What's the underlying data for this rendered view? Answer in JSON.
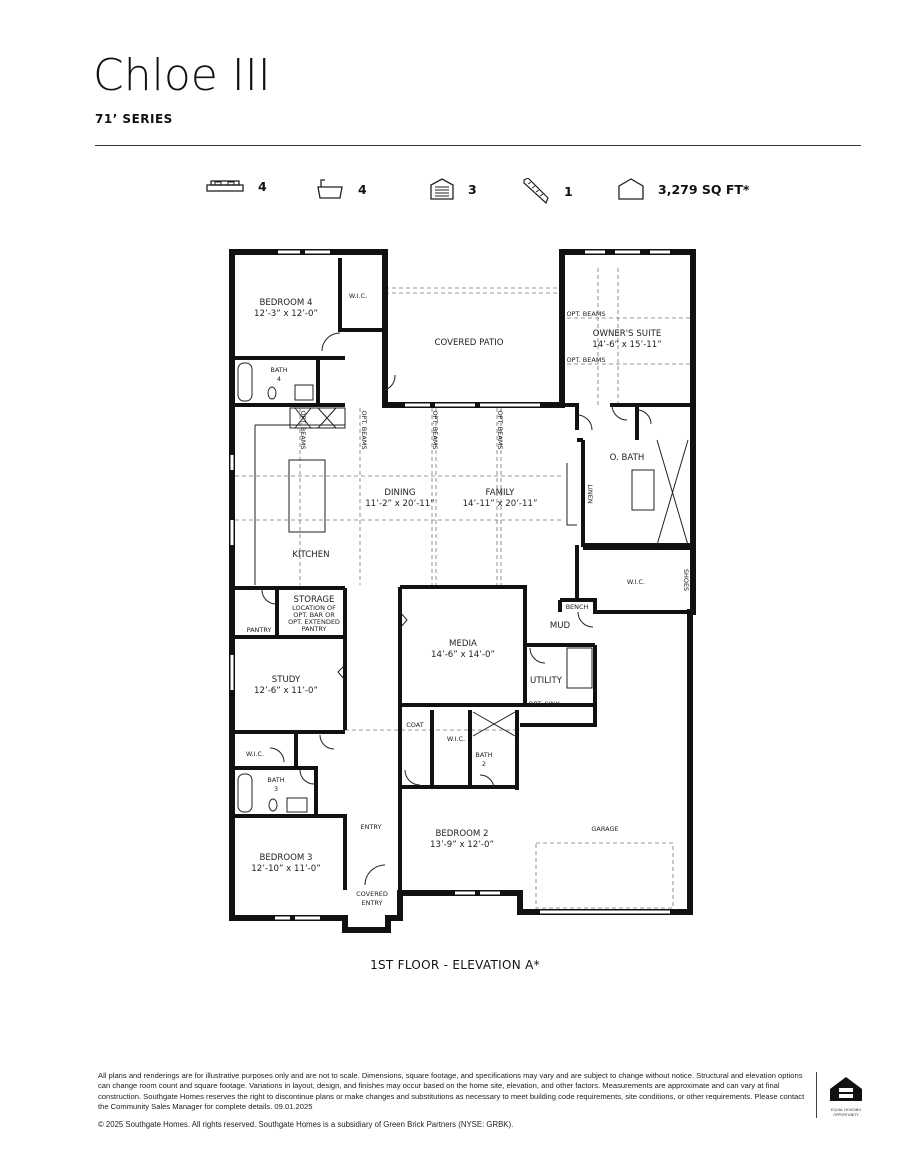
{
  "header": {
    "title": "Chloe III",
    "series": "71’ SERIES"
  },
  "stats": [
    {
      "icon": "bed-icon",
      "value": "4"
    },
    {
      "icon": "bathtub-icon",
      "value": "4"
    },
    {
      "icon": "garage-icon",
      "value": "3"
    },
    {
      "icon": "stairs-icon",
      "value": "1"
    },
    {
      "icon": "house-icon",
      "value": "3,279 SQ FT*"
    }
  ],
  "plan": {
    "caption": "1ST FLOOR - ELEVATION A*",
    "rooms": {
      "bedroom4": {
        "name": "BEDROOM 4",
        "size": "12’-3” x 12’-0”"
      },
      "wic4": "W.I.C.",
      "bath4": {
        "name": "BATH",
        "num": "4"
      },
      "patio": "COVERED PATIO",
      "owners": {
        "name": "OWNER'S SUITE",
        "size": "14’-6” x 15’-11”"
      },
      "opt_beams": "OPT. BEAMS",
      "obath": "O. BATH",
      "linen": "LINEN",
      "owic": "W.I.C.",
      "shoes": "SHOES",
      "dining": {
        "name": "DINING",
        "size": "11’-2” x 20’-11”"
      },
      "family": {
        "name": "FAMILY",
        "size": "14’-11” x 20’-11”"
      },
      "kitchen": "KITCHEN",
      "pantry": "PANTRY",
      "storage": {
        "name": "STORAGE",
        "note1": "LOCATION OF",
        "note2": "OPT. BAR OR",
        "note3": "OPT. EXTENDED",
        "note4": "PANTRY"
      },
      "study": {
        "name": "STUDY",
        "size": "12’-6” x 11’-0”"
      },
      "media": {
        "name": "MEDIA",
        "size": "14’-6” x 14’-0”"
      },
      "bench": "BENCH",
      "mud": "MUD",
      "utility": "UTILITY",
      "opt_sink": "OPT. SINK",
      "wic3": "W.I.C.",
      "bath3": {
        "name": "BATH",
        "num": "3"
      },
      "coat": "COAT",
      "wic2": "W.I.C.",
      "bath2": {
        "name": "BATH",
        "num": "2"
      },
      "entry": "ENTRY",
      "bedroom3": {
        "name": "BEDROOM 3",
        "size": "12’-10” x 11’-0”"
      },
      "bedroom2": {
        "name": "BEDROOM 2",
        "size": "13’-9” x 12’-0”"
      },
      "covered_entry": {
        "line1": "COVERED",
        "line2": "ENTRY"
      },
      "garage": "GARAGE"
    }
  },
  "footer": {
    "disclaimer": "All plans and renderings are for illustrative purposes only and are not to scale. Dimensions, square footage, and specifications may vary and are subject to change without notice. Structural and elevation options can change room count and square footage. Variations in layout, design, and finishes may occur based on the home site, elevation, and other factors. Measurements are approximate and can vary at final construction. Southgate Homes reserves the right to discontinue plans or make changes and substitutions as necessary to meet building code requirements, site conditions, or other requirements. Please contact the Community Sales Manager for complete details. 09.01.2025",
    "copyright": "© 2025 Southgate Homes. All rights reserved. Southgate Homes is a subsidiary of Green Brick Partners (NYSE: GRBK).",
    "logo": "EQUAL HOUSING OPPORTUNITY"
  }
}
